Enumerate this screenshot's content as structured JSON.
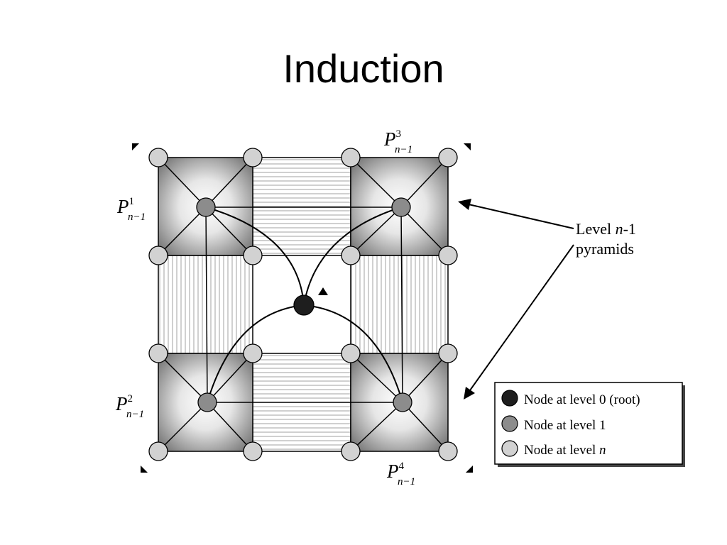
{
  "title": "Induction",
  "pyramids": [
    {
      "id": "p1",
      "base": "P",
      "superscript": "1",
      "subscript": "n−1"
    },
    {
      "id": "p2",
      "base": "P",
      "superscript": "2",
      "subscript": "n−1"
    },
    {
      "id": "p3",
      "base": "P",
      "superscript": "3",
      "subscript": "n−1"
    },
    {
      "id": "p4",
      "base": "P",
      "superscript": "4",
      "subscript": "n−1"
    }
  ],
  "callout": {
    "line1_prefix": "Level ",
    "line1_var": "n",
    "line1_suffix": "-1",
    "line2": "pyramids"
  },
  "legend": [
    {
      "color": "#1e1e1e",
      "text": "Node at level 0 (root)",
      "var": ""
    },
    {
      "color": "#8c8c8c",
      "text": "Node at level 1",
      "var": ""
    },
    {
      "color": "#d2d2d2",
      "text": "Node at level ",
      "var": "n"
    }
  ],
  "colors": {
    "root_node": "#1e1e1e",
    "level1_node": "#8c8c8c",
    "leveln_node": "#d2d2d2",
    "pyramid_shade": "#8a8a8a",
    "hatch": "#999999"
  }
}
